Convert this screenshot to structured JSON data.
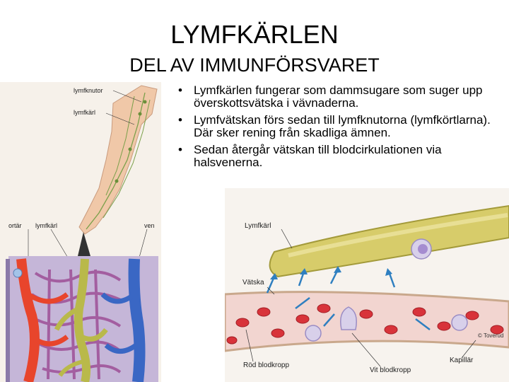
{
  "title": "LYMFKÄRLEN",
  "subtitle": "DEL AV IMMUNFÖRSVARET",
  "bullets": [
    "Lymfkärlen fungerar som dammsugare som suger upp överskottsvätska i vävnaderna.",
    "Lymfvätskan förs sedan till lymfknutorna (lymfkörtlarna). Där sker rening från skadliga ämnen.",
    "Sedan återgår vätskan till blodcirkulationen via halsvenerna."
  ],
  "bullet_glyph": "•",
  "figure_left": {
    "labels": {
      "lymfknutor": "lymfknutor",
      "lymfkarl_top": "lymfkärl",
      "artar": "ortär",
      "lymfkarl_bottom": "lymfkärl",
      "ven": "ven"
    }
  },
  "figure_right": {
    "labels": {
      "lymfkarl": "Lymfkärl",
      "vatska": "Vätska",
      "rod_blodkropp": "Röd blodkropp",
      "vit_blodkropp": "Vit blodkropp",
      "kapillar": "Kapillär",
      "copyright": "© Toverud"
    }
  },
  "colors": {
    "artery": "#e8452c",
    "vein": "#3a67c4",
    "lymph": "#b9b94a",
    "capillary_mesh": "#b06aa6",
    "skin": "#f0c8a8",
    "arrow": "#2f7fc0",
    "vessel_wall": "#c9a88c",
    "red_cell": "#d8333a"
  }
}
